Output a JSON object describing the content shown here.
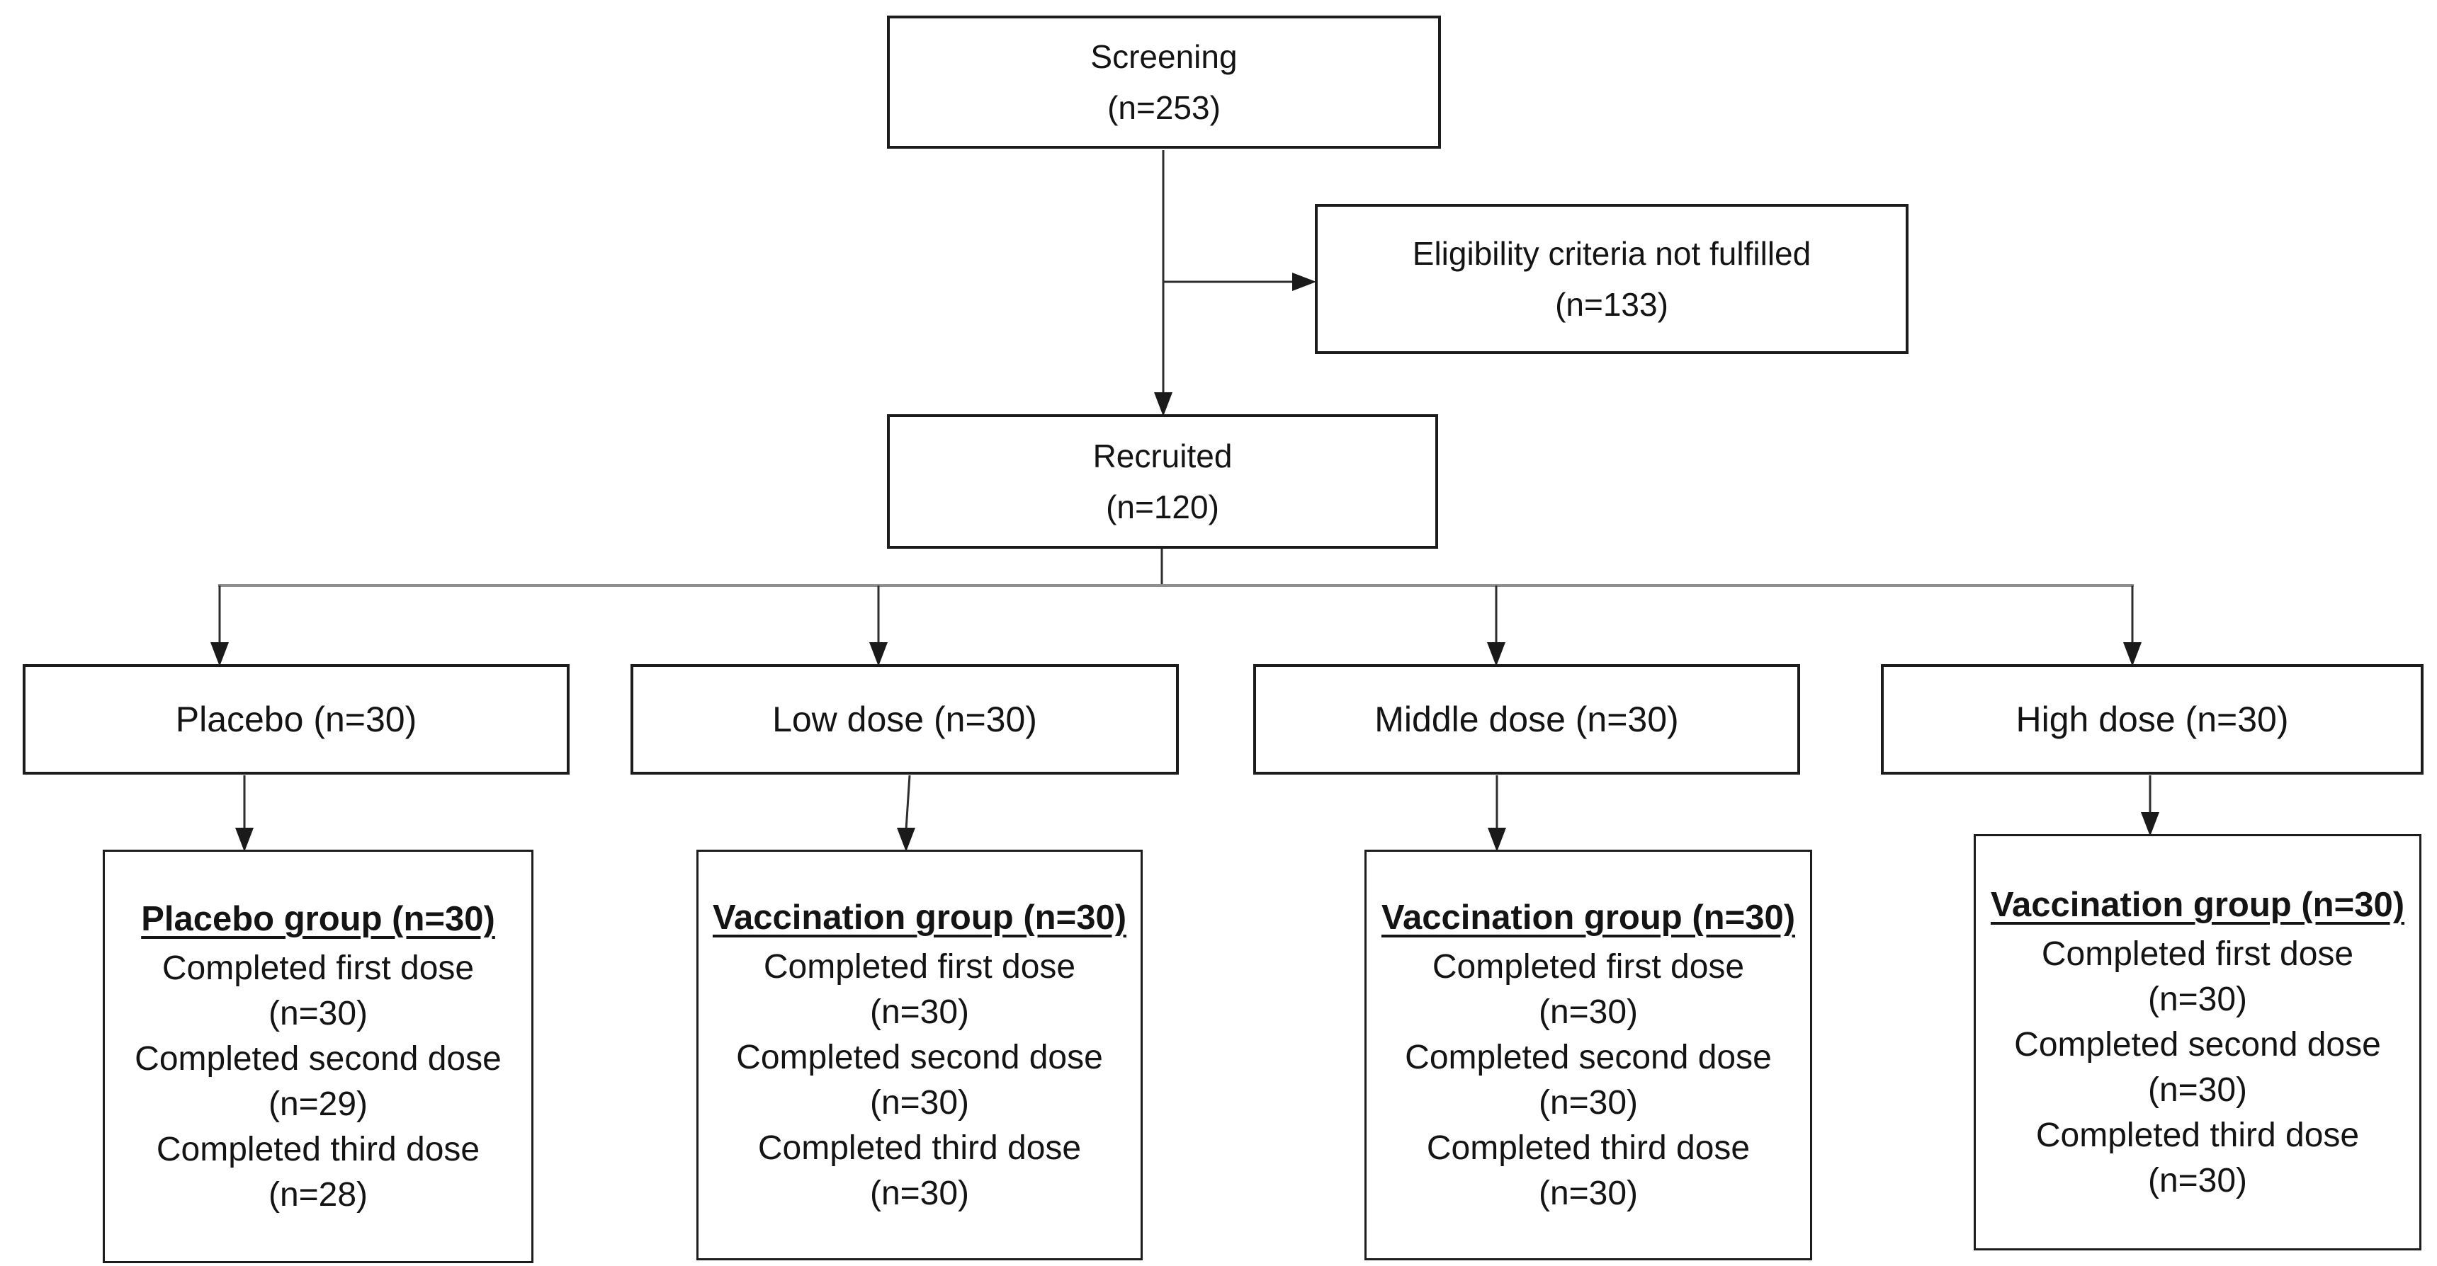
{
  "flow": {
    "screening": {
      "label": "Screening",
      "n": "(n=253)"
    },
    "eligibility": {
      "label": "Eligibility criteria not fulfilled",
      "n": "(n=133)"
    },
    "recruited": {
      "label": "Recruited",
      "n": "(n=120)"
    },
    "arms": [
      {
        "label": "Placebo (n=30)"
      },
      {
        "label": "Low dose (n=30)"
      },
      {
        "label": "Middle dose (n=30)"
      },
      {
        "label": "High dose (n=30)"
      }
    ],
    "groups": [
      {
        "title": "Placebo group (n=30)",
        "rows": [
          "Completed first dose",
          "(n=30)",
          "Completed second dose",
          "(n=29)",
          "Completed third dose",
          "(n=28)"
        ]
      },
      {
        "title": "Vaccination group (n=30)",
        "rows": [
          "Completed first dose",
          "(n=30)",
          "Completed second dose",
          "(n=30)",
          "Completed third dose",
          "(n=30)"
        ]
      },
      {
        "title": "Vaccination group (n=30)",
        "rows": [
          "Completed first dose",
          "(n=30)",
          "Completed second dose",
          "(n=30)",
          "Completed third dose",
          "(n=30)"
        ]
      },
      {
        "title": "Vaccination group (n=30)",
        "rows": [
          "Completed first dose",
          "(n=30)",
          "Completed second dose",
          "(n=30)",
          "Completed third dose",
          "(n=30)"
        ]
      }
    ]
  },
  "colors": {
    "background": "#ffffff",
    "box_border": "#1c1c1c",
    "text": "#141414",
    "connector": "#2e2e2e",
    "distribution_line": "#8f8f8f",
    "arrowhead": "#1a1a1a"
  }
}
